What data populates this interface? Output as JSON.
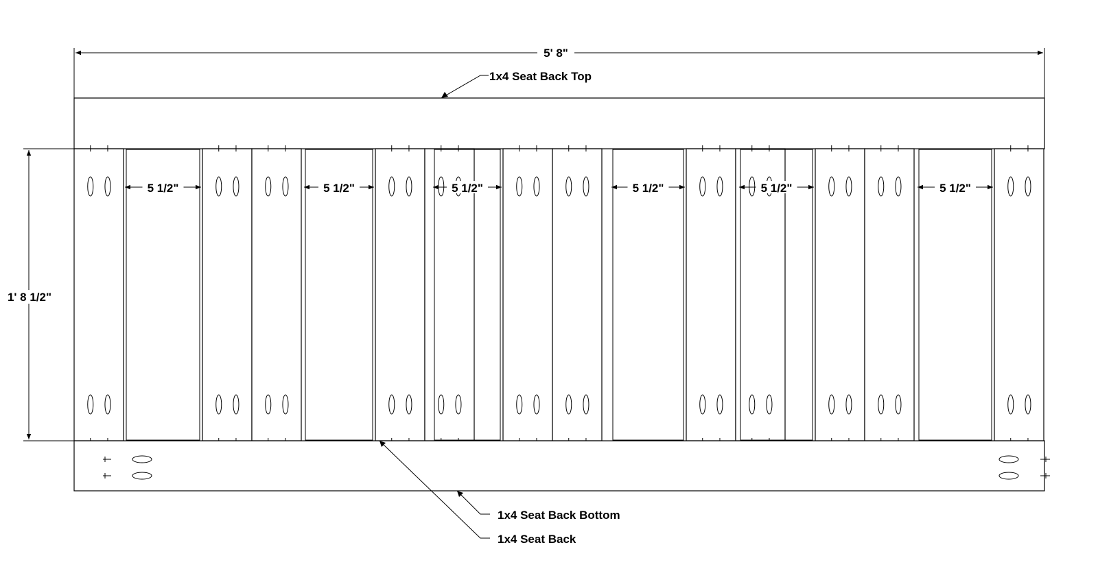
{
  "dimensions": {
    "overall_width": "5' 8\"",
    "overall_height": "1' 8 1/2\"",
    "gap_width": "5 1/2\""
  },
  "labels": {
    "seat_back_top": "1x4 Seat Back Top",
    "seat_back_bottom": "1x4 Seat Back Bottom",
    "seat_back": "1x4 Seat Back"
  },
  "counts": {
    "slat_pairs": 7,
    "gaps": 6
  }
}
